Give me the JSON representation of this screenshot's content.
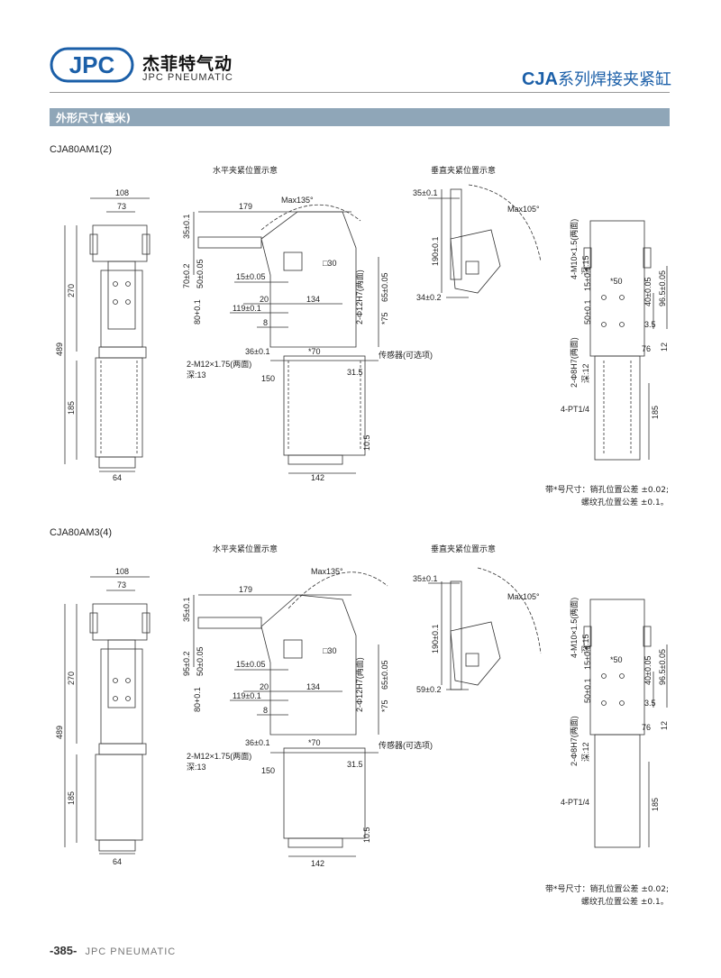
{
  "brand": {
    "logo_letters": "JPC",
    "name_cn": "杰菲特气动",
    "name_en": "JPC PNEUMATIC"
  },
  "header": {
    "title_code": "CJA",
    "title_cn": "系列焊接夹紧缸"
  },
  "section": {
    "label": "外形尺寸(毫米)"
  },
  "captions": {
    "horizontal": "水平夹紧位置示意",
    "vertical": "垂直夹紧位置示意"
  },
  "drawings": [
    {
      "model": "CJA80AM1(2)",
      "front": [
        "108",
        "73",
        "270",
        "489",
        "185",
        "64"
      ],
      "side": [
        "179",
        "Max135°",
        "35±0.1",
        "70±0.2",
        "50±0.05",
        "15±0.05",
        "134",
        "20",
        "119±0.1",
        "80+0.1",
        "8",
        "36±0.1",
        "*70",
        "150",
        "142",
        "10.5",
        "31.5",
        "65±0.05",
        "*75",
        "2-Φ12H7(两面)",
        "2-M12×1.75(两面)",
        "深:13",
        "传感器(可选项)",
        "□30"
      ],
      "vertical": [
        "35±0.1",
        "Max105°",
        "190±0.1",
        "34±0.2"
      ],
      "right": [
        "4-M10×1.5(两面)",
        "深:15",
        "15±0.1",
        "*50",
        "50±0.1",
        "40±0.05",
        "96.5±0.05",
        "3.5",
        "12",
        "76",
        "2-Φ8H7(两面)",
        "深:12",
        "4-PT1/4",
        "185"
      ]
    },
    {
      "model": "CJA80AM3(4)",
      "front": [
        "108",
        "73",
        "270",
        "489",
        "185",
        "64"
      ],
      "side": [
        "179",
        "Max135°",
        "35±0.1",
        "95±0.2",
        "50±0.05",
        "15±0.05",
        "134",
        "20",
        "119±0.1",
        "80+0.1",
        "8",
        "36±0.1",
        "*70",
        "150",
        "142",
        "10.5",
        "31.5",
        "65±0.05",
        "*75",
        "2-Φ12H7(两面)",
        "2-M12×1.75(两面)",
        "深:13",
        "传感器(可选项)",
        "□30"
      ],
      "vertical": [
        "35±0.1",
        "Max105°",
        "190±0.1",
        "59±0.2"
      ],
      "right": [
        "4-M10×1.5(两面)",
        "深:15",
        "15±0.1",
        "*50",
        "50±0.1",
        "40±0.05",
        "96.5±0.05",
        "3.5",
        "12",
        "76",
        "2-Φ8H7(两面)",
        "深:12",
        "4-PT1/4",
        "185"
      ]
    }
  ],
  "notes": {
    "line1": "带*号尺寸：销孔位置公差 ±0.02;",
    "line2": "螺纹孔位置公差 ±0.1。"
  },
  "footer": {
    "page": "-385-",
    "brand": "JPC PNEUMATIC"
  },
  "colors": {
    "brand_blue": "#1b5fa8",
    "section_bar": "#8fa6b8"
  }
}
